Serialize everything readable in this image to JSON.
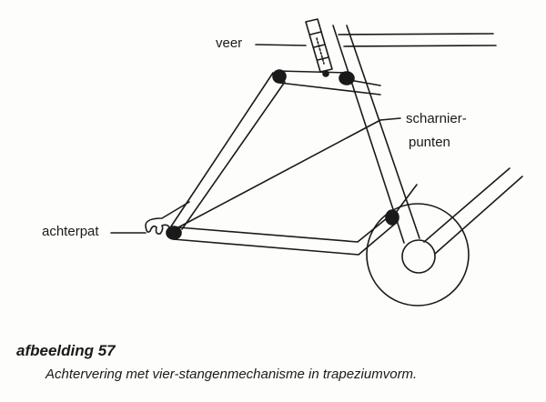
{
  "labels": {
    "spring": "veer",
    "pivots_line1": "scharnier-",
    "pivots_line2": "punten",
    "dropout": "achterpat"
  },
  "caption": {
    "figure_number": "afbeelding 57",
    "text": "Achtervering met vier-stangenmechanisme in trapeziumvorm."
  }
}
